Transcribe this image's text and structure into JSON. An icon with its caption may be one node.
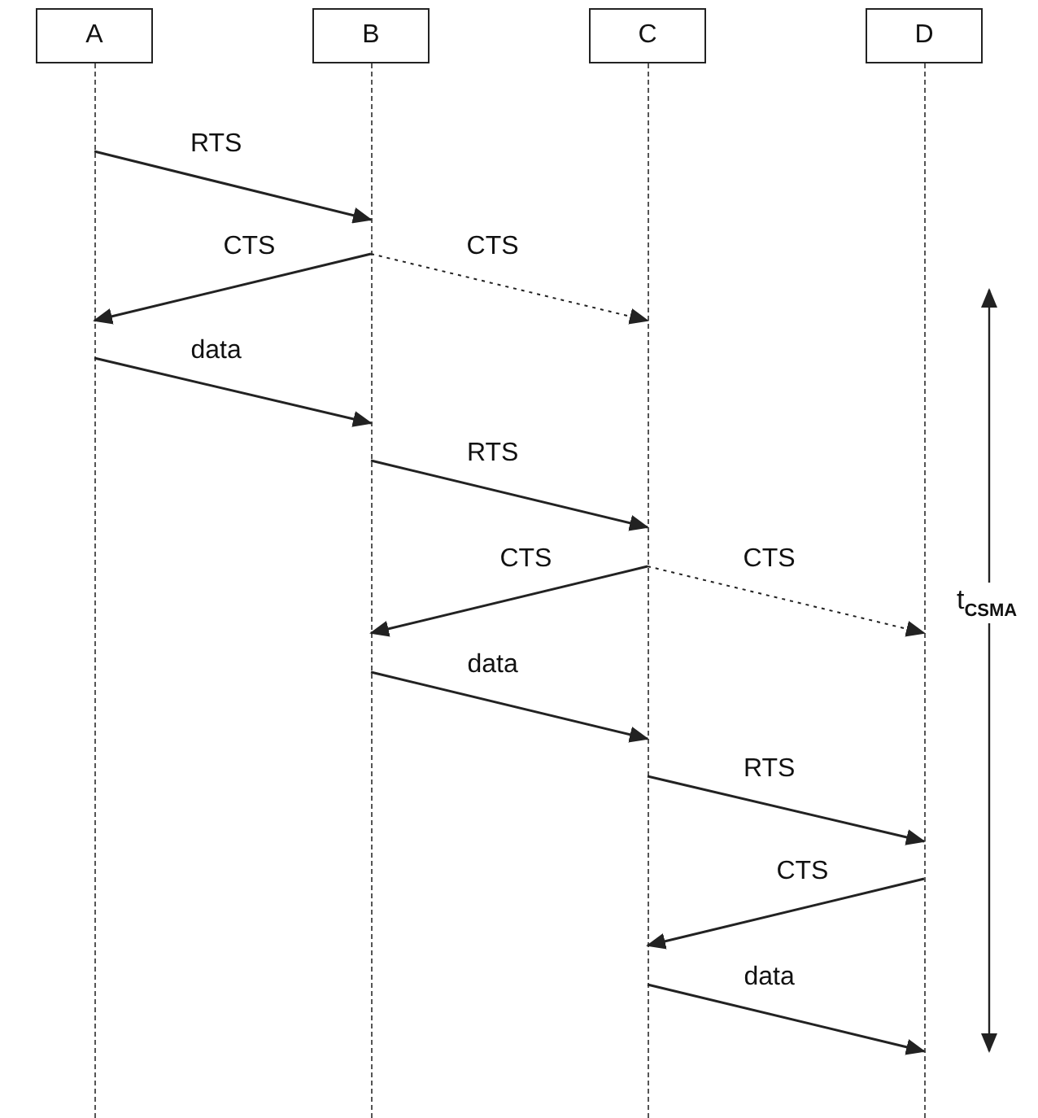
{
  "diagram": {
    "nodes": [
      {
        "text": [
          "A"
        ]
      },
      {
        "text": [
          "B"
        ]
      },
      {
        "text": [
          "C"
        ]
      },
      {
        "text": [
          "D"
        ]
      }
    ],
    "edges": [
      {
        "from": 0,
        "to": 1,
        "arrow": "to",
        "label": "RTS"
      },
      {
        "from": 1,
        "to": 0,
        "arrow": "to",
        "label": "CTS"
      },
      {
        "from": 1,
        "to": 2,
        "arrow": "to",
        "label": "CTS",
        "style": "dashed"
      },
      {
        "from": 0,
        "to": 1,
        "arrow": "to",
        "label": "data"
      },
      {
        "from": 1,
        "to": 2,
        "arrow": "to",
        "label": "RTS"
      },
      {
        "from": 2,
        "to": 1,
        "arrow": "to",
        "label": "CTS"
      },
      {
        "from": 2,
        "to": 3,
        "arrow": "to",
        "label": "CTS",
        "style": "dashed"
      },
      {
        "from": 1,
        "to": 2,
        "arrow": "to",
        "label": "data"
      },
      {
        "from": 2,
        "to": 3,
        "arrow": "to",
        "label": "RTS"
      },
      {
        "from": 3,
        "to": 2,
        "arrow": "to",
        "label": "CTS"
      },
      {
        "from": 2,
        "to": 3,
        "arrow": "to",
        "label": "data"
      }
    ],
    "labels": [
      "t$_{CSMA}$"
    ]
  }
}
